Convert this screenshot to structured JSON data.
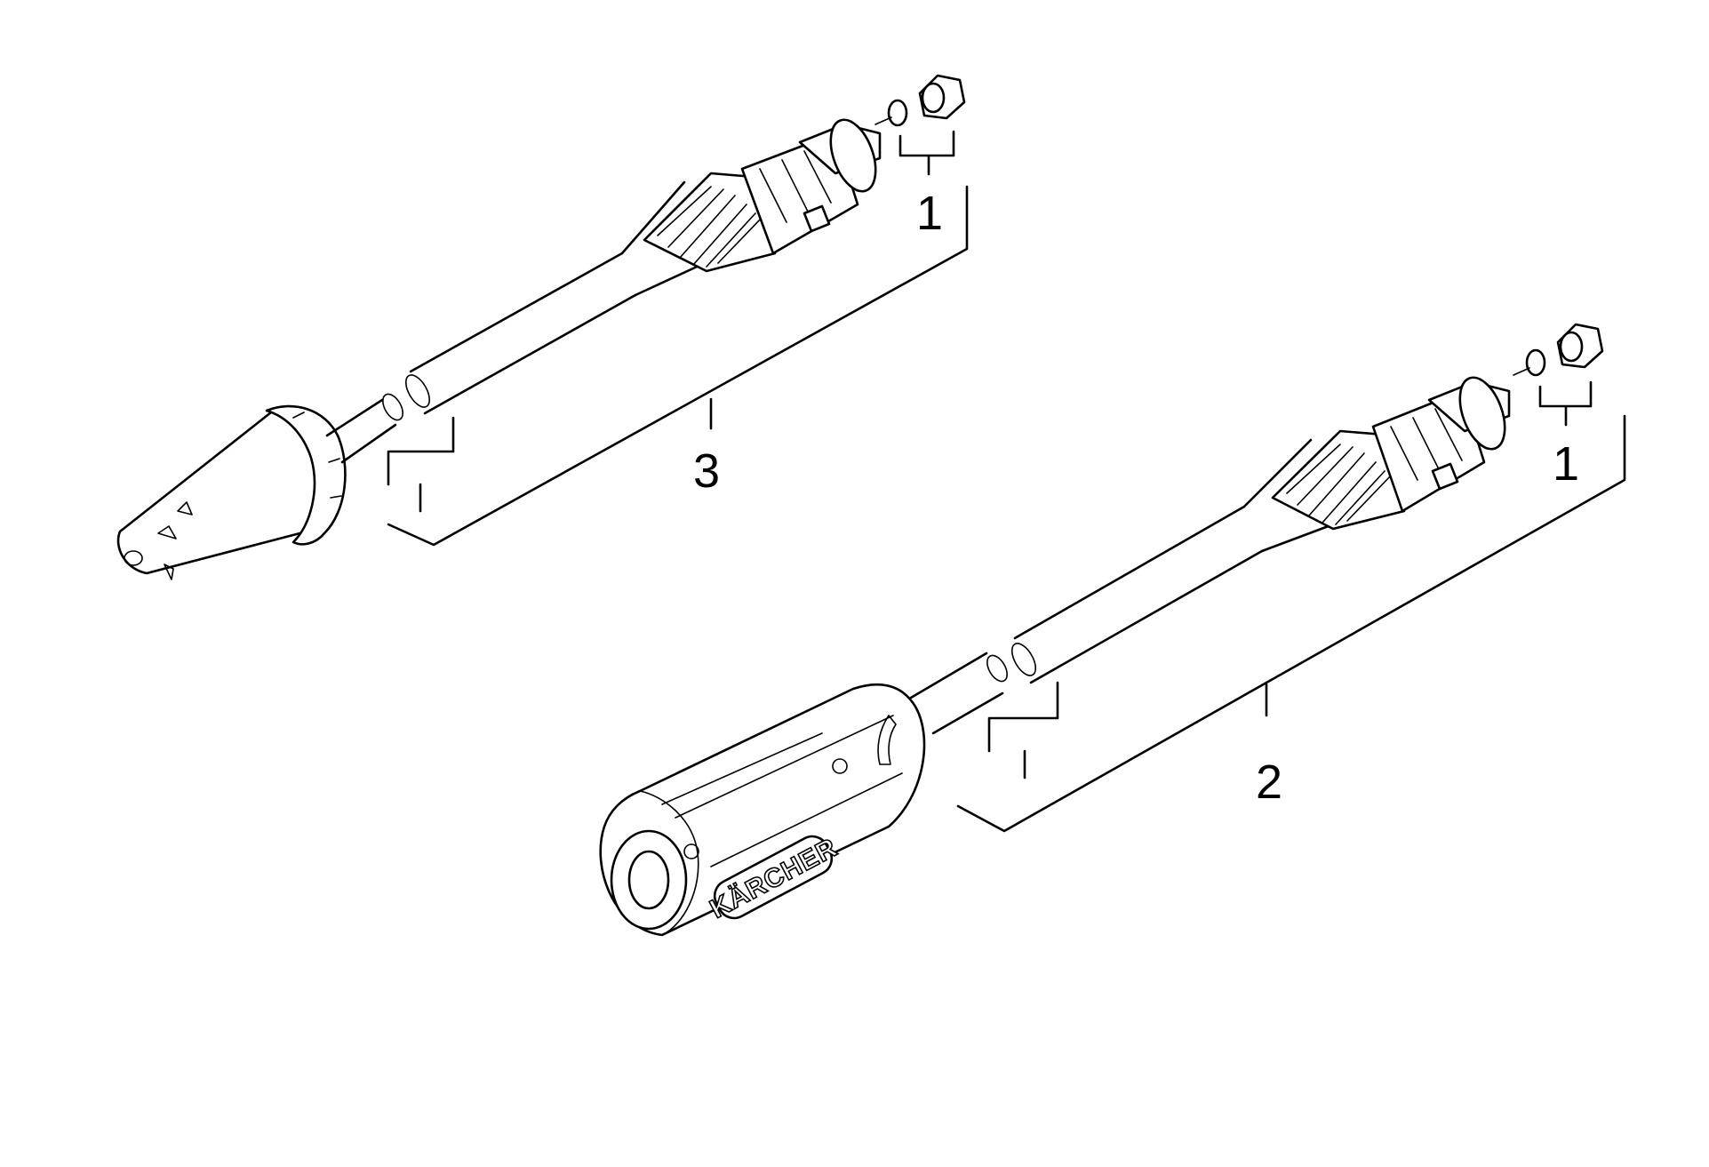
{
  "labels": {
    "seal_top": "1",
    "seal_bottom": "1",
    "wand_top": "3",
    "wand_bottom": "2"
  },
  "brand_text": "KÄRCHER",
  "colors": {
    "line": "#000000",
    "background": "#ffffff"
  }
}
